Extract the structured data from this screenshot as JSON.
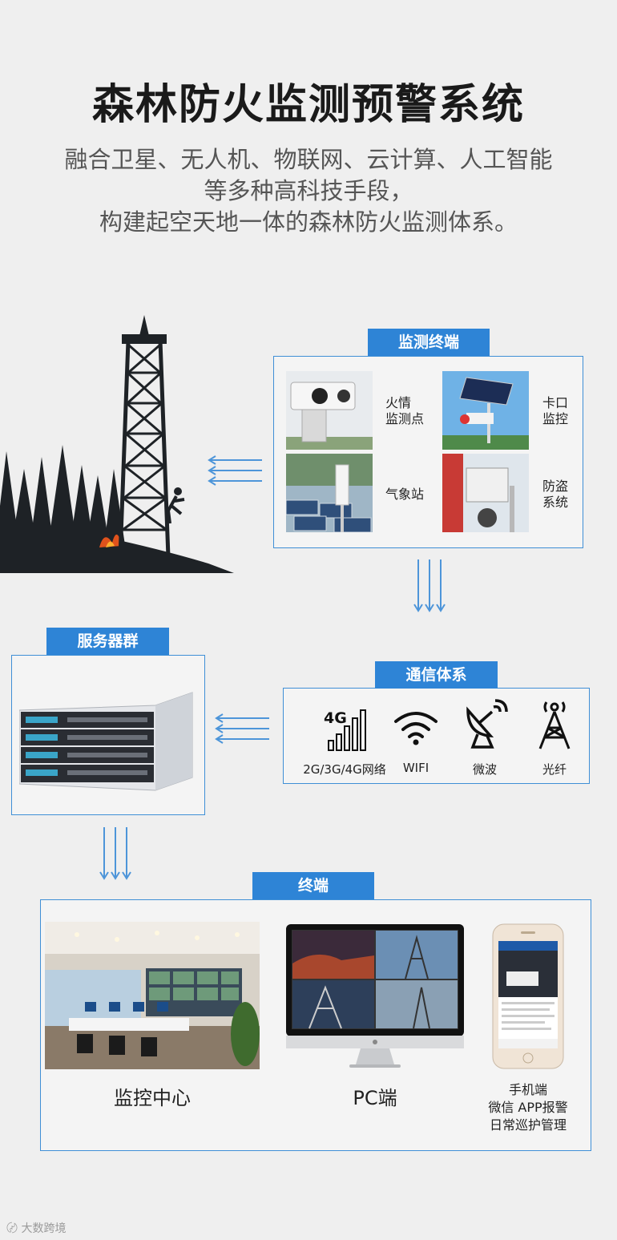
{
  "title": "森林防火监测预警系统",
  "subtitle": [
    "融合卫星、无人机、物联网、云计算、人工智能",
    "等多种高科技手段，",
    "构建起空天地一体的森林防火监测体系。"
  ],
  "monitor": {
    "tag": "监测终端",
    "items": [
      {
        "line1": "火情",
        "line2": "监测点",
        "icon": "thermal-camera"
      },
      {
        "line1": "卡口",
        "line2": "监控",
        "icon": "solar-camera"
      },
      {
        "line1": "气象站",
        "line2": "",
        "icon": "weather-station"
      },
      {
        "line1": "防盗",
        "line2": "系统",
        "icon": "alarm-camera"
      }
    ]
  },
  "server": {
    "tag": "服务器群"
  },
  "comm": {
    "tag": "通信体系",
    "items": [
      {
        "label": "2G/3G/4G网络",
        "icon": "4g-signal-icon",
        "icon_text": "4G"
      },
      {
        "label": "WIFI",
        "icon": "wifi-icon"
      },
      {
        "label": "微波",
        "icon": "satellite-dish-icon"
      },
      {
        "label": "光纤",
        "icon": "tower-icon"
      }
    ]
  },
  "terminal": {
    "tag": "终端",
    "items": [
      {
        "label": "监控中心"
      },
      {
        "label": "PC端"
      }
    ],
    "phone": {
      "line1": "手机端",
      "line2": "微信  APP报警",
      "line3": "日常巡护管理"
    }
  },
  "watermark": "大数跨境",
  "colors": {
    "accent": "#2e84d6",
    "border": "#3f8fd6",
    "background": "#efefef"
  }
}
